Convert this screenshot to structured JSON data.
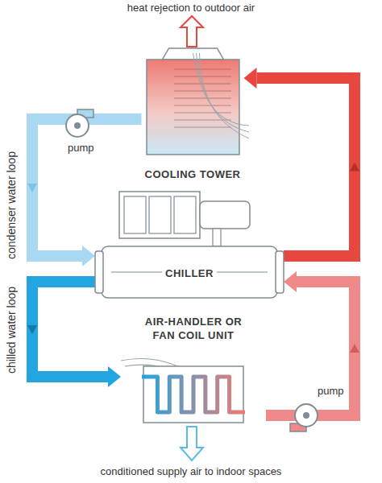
{
  "diagram": {
    "nodes": [
      {
        "text": [
          "COOLING TOWER"
        ]
      },
      {
        "text": [
          "CHILLER"
        ]
      },
      {
        "text": [
          "AIR-HANDLER OR FAN COIL UNIT"
        ]
      }
    ],
    "edges": [
      {
        "from": 0,
        "to": 1,
        "arrow": "to"
      },
      {
        "from": 1,
        "to": 0,
        "arrow": "to"
      },
      {
        "from": 1,
        "to": 2,
        "arrow": "to"
      },
      {
        "from": 2,
        "to": 1,
        "arrow": "to"
      }
    ],
    "labels": [
      "heat rejection to outdoor air",
      "pump",
      "condenser water loop",
      "chilled water loop",
      "pump",
      "conditioned supply air to indoor spaces"
    ]
  }
}
